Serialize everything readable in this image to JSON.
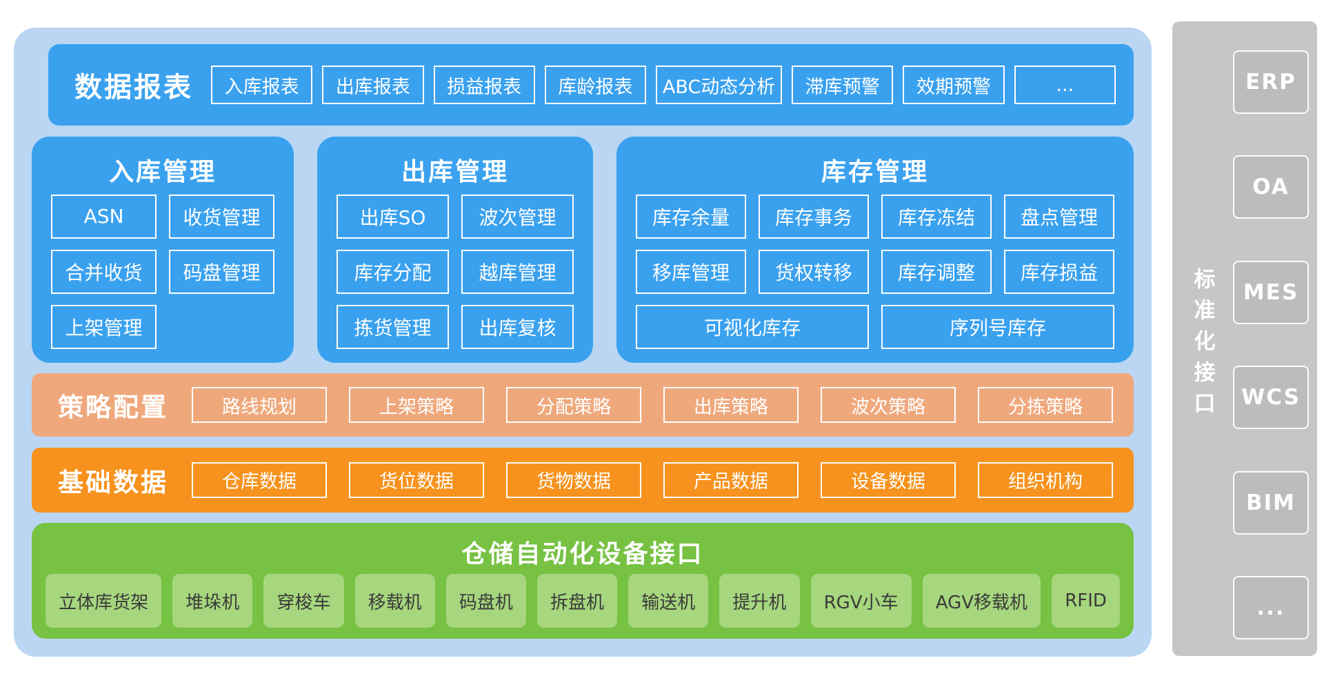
{
  "colors": {
    "container_light_blue": "#bad6f3",
    "module_blue": "#3aa1ef",
    "strategy_salmon": "#efa87c",
    "basic_orange": "#f6921d",
    "device_green": "#77c143",
    "device_item_green": "#a6d67d",
    "sidebar_gray": "#c6c6c6",
    "sidebar_item_gray": "#bcbcbc",
    "box_border_white": "#ffffff"
  },
  "report_bar": {
    "title": "数据报表",
    "items": [
      "入库报表",
      "出库报表",
      "损益报表",
      "库龄报表",
      "ABC动态分析",
      "滞库预警",
      "效期预警",
      "..."
    ]
  },
  "panels": {
    "inbound": {
      "title": "入库管理",
      "items": [
        "ASN",
        "收货管理",
        "合并收货",
        "码盘管理",
        "上架管理"
      ]
    },
    "outbound": {
      "title": "出库管理",
      "items": [
        "出库SO",
        "波次管理",
        "库存分配",
        "越库管理",
        "拣货管理",
        "出库复核"
      ]
    },
    "inventory": {
      "title": "库存管理",
      "items": [
        "库存余量",
        "库存事务",
        "库存冻结",
        "盘点管理",
        "移库管理",
        "货权转移",
        "库存调整",
        "库存损益",
        "可视化库存",
        "序列号库存"
      ]
    }
  },
  "strategy_bar": {
    "title": "策略配置",
    "items": [
      "路线规划",
      "上架策略",
      "分配策略",
      "出库策略",
      "波次策略",
      "分拣策略"
    ]
  },
  "basic_bar": {
    "title": "基础数据",
    "items": [
      "仓库数据",
      "货位数据",
      "货物数据",
      "产品数据",
      "设备数据",
      "组织机构"
    ]
  },
  "device_panel": {
    "title": "仓储自动化设备接口",
    "items": [
      "立体库货架",
      "堆垛机",
      "穿梭车",
      "移载机",
      "码盘机",
      "拆盘机",
      "输送机",
      "提升机",
      "RGV小车",
      "AGV移载机",
      "RFID"
    ]
  },
  "sidebar": {
    "title": "标准化接口",
    "items": [
      "ERP",
      "OA",
      "MES",
      "WCS",
      "BIM",
      "..."
    ]
  }
}
